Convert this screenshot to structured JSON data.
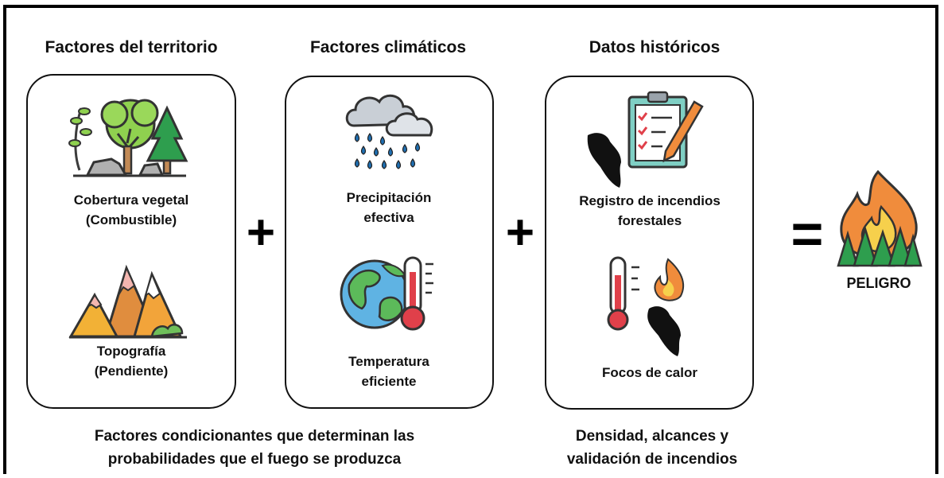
{
  "columns": {
    "territory": {
      "title": "Factores del territorio",
      "item1": {
        "line1": "Cobertura vegetal",
        "line2": "(Combustible)"
      },
      "item2": {
        "line1": "Topografía",
        "line2": "(Pendiente)"
      }
    },
    "climate": {
      "title": "Factores climáticos",
      "item1": {
        "line1": "Precipitación",
        "line2": "efectiva"
      },
      "item2": {
        "line1": "Temperatura",
        "line2": "eficiente"
      }
    },
    "history": {
      "title": "Datos históricos",
      "item1": {
        "line1": "Registro de incendios",
        "line2": "forestales"
      },
      "item2": {
        "line1": "Focos de calor"
      }
    }
  },
  "operators": {
    "plus": "+",
    "equals": "="
  },
  "result": {
    "label": "PELIGRO"
  },
  "captions": {
    "left": {
      "line1": "Factores condicionantes que determinan las",
      "line2": "probabilidades que el fuego se produzca"
    },
    "right": {
      "line1": "Densidad, alcances y",
      "line2": "validación de incendios"
    }
  },
  "icons": [
    "forest-icon",
    "mountains-icon",
    "rain-cloud-icon",
    "earth-thermometer-icon",
    "clipboard-map-icon",
    "thermometer-fire-map-icon",
    "forest-fire-icon"
  ]
}
